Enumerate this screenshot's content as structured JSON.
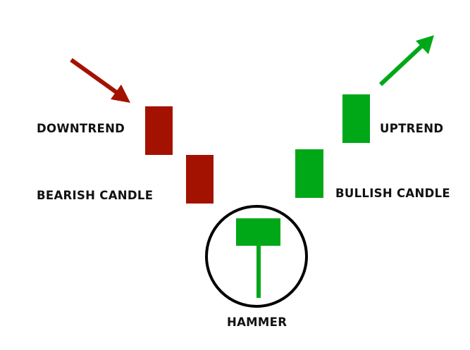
{
  "title": "Hammer candlestick pattern",
  "labels": {
    "downtrend": "DOWNTREND",
    "bearish": "BEARISH CANDLE",
    "bullish": "BULLISH CANDLE",
    "uptrend": "UPTREND",
    "hammer": "HAMMER"
  },
  "colors": {
    "bearish": "#a31200",
    "bullish": "#00a818",
    "outline": "#000000"
  }
}
